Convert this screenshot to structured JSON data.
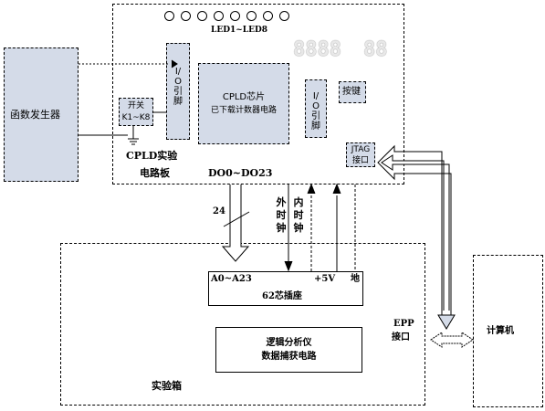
{
  "labels": {
    "function_generator": "函数发生器",
    "led_title": "LED1~LED8",
    "seven_seg": "8888",
    "seg_extra": "88",
    "io_pin_left": "I/O引脚",
    "cpld_chip_line1": "CPLD芯片",
    "cpld_chip_line2": "已下载计数器电路",
    "io_pin_right": "I/O引脚",
    "keys": "按键",
    "switch_line1": "开关",
    "switch_line2": "K1~K8",
    "cpld_board_line1": "CPLD实验",
    "cpld_board_line2": "电路板",
    "do_bus": "DO0~DO23",
    "jtag_line1": "JTAG",
    "jtag_line2": "接口",
    "bus_width": "24",
    "ext_clock": "外时钟",
    "int_clock": "内时钟",
    "socket_addr": "A0~A23",
    "socket_plus5v": "+5V",
    "socket_gnd": "地",
    "socket_name": "62芯插座",
    "analyzer_line1": "逻辑分析仪",
    "analyzer_line2": "数据捕获电路",
    "experiment_box": "实验箱",
    "epp_line1": "EPP",
    "epp_line2": "接口",
    "computer": "计算机"
  },
  "led_count": 8
}
